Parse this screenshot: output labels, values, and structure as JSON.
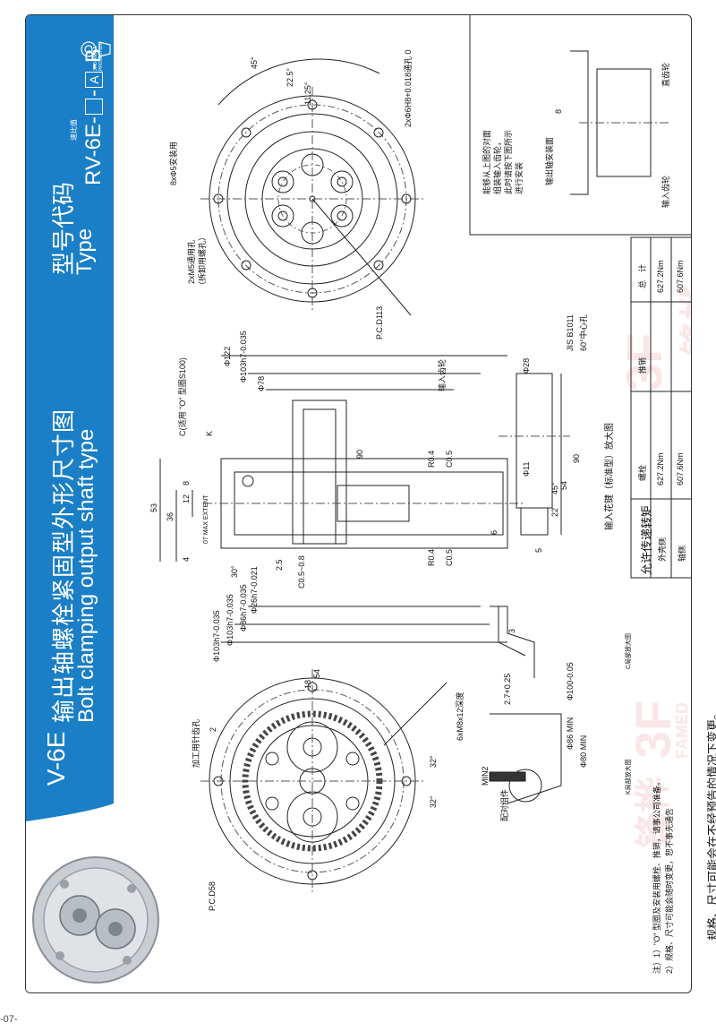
{
  "sidebar": {
    "model_no": "RV-6E",
    "title_cn": "输出轴螺栓紧固型外形尺寸图",
    "title_en": "Bolt clamping output shaft type",
    "type_cn": "型号代码",
    "type_en": "Type",
    "code_prefix": "RV-6E-",
    "code_ratio_label": "速比值",
    "code_box_a": "A",
    "code_suffix": "-B",
    "projection_label": "3RD ANGLE PROJECTION"
  },
  "top_view": {
    "angle_45": "45°",
    "angle_225": "22.5°",
    "angle_1125": "11.25°",
    "holes_label": "2xΦ6H8+0.018通孔 0",
    "mount_label": "8xΦ5安装用",
    "removal_label": "2xM5通用孔",
    "removal_label2": "（拆卸用螺孔）",
    "pcd": "P.C.D113"
  },
  "side_view": {
    "d122": "Φ122",
    "d103": "Φ103h7-0.035",
    "d78": "Φ78",
    "c_label": "C(适用 \"O\" 型圈S100)",
    "k_label": "K",
    "input_gear": "输入齿轮",
    "r04": "R0.4",
    "c05": "C0.5",
    "dim_53": "53",
    "dim_36": "36",
    "dim_12": "12",
    "dim_8": "8",
    "dim_90": "90",
    "dim_4": "4",
    "dim_25": "2.5",
    "angle_30": "30°",
    "c_chamfer": "C0.5~0.8",
    "d26": "Φ26h7-0.021",
    "d86": "Φ86h7-0.035",
    "d103b": "Φ103h7-0.035",
    "d103c": "Φ103h7-0.035",
    "extent": "07 MAX EXTENT"
  },
  "bottom_view": {
    "dim_54": "54",
    "dim_18": "18",
    "dim_2": "2",
    "machining_label": "加工用针齿孔",
    "tap_label": "6xM8x12深度",
    "angle_32a": "32°",
    "angle_32b": "32°",
    "pcd": "P.C.D58"
  },
  "detail_c": {
    "dim_3": "3",
    "dim_27": "2.7+0.25",
    "d100": "Φ100-0.05",
    "label": "C局部放大图"
  },
  "detail_k": {
    "min2": "MIN2",
    "d86min": "Φ86 MIN",
    "d80min": "Φ80 MIN",
    "mating_part": "配对组件",
    "label": "K局部放大图"
  },
  "input_gear_detail": {
    "jis": "JIS B1011",
    "center_hole": "60°中心孔",
    "d28": "Φ28",
    "d1": "Φ11",
    "dim_90": "90",
    "dim_54": "54",
    "dim_22": "22",
    "dim_45": "45°",
    "dim_6": "6",
    "dim_5": "5",
    "label": "输入花键（标准型）放大图"
  },
  "install_note": {
    "line1": "能够从上图的对面",
    "line2": "组装输入齿轮，",
    "line3": "此时请按下图所示",
    "line4": "进行安装",
    "straight_gear": "直齿轮",
    "input_gear": "输入齿轮",
    "install_face": "输出轴安装面",
    "dim_8": "8"
  },
  "torque_table": {
    "title": "允许传递转矩",
    "headers": [
      "",
      "螺栓",
      "推销",
      "总　计"
    ],
    "rows": [
      [
        "外壳侧",
        "627.2Nm",
        "",
        "627.2Nm"
      ],
      [
        "轴侧",
        "607.6Nm",
        "",
        "607.6Nm"
      ]
    ]
  },
  "notes": {
    "line1": "注）1）\"O\" 型圈及安装用螺栓、推销，请事公司准备。",
    "line2": "2）规格、尺寸可能会随时变更，恕不事先通告"
  },
  "footer": "规格、尺寸可能会在不经预告的情况下变更。",
  "page_number": "-07-",
  "watermarks": [
    "3F",
    "FAMED",
    "锋桦"
  ],
  "colors": {
    "sidebar": "#1a7fc6",
    "watermark": "#dc3c3c"
  }
}
